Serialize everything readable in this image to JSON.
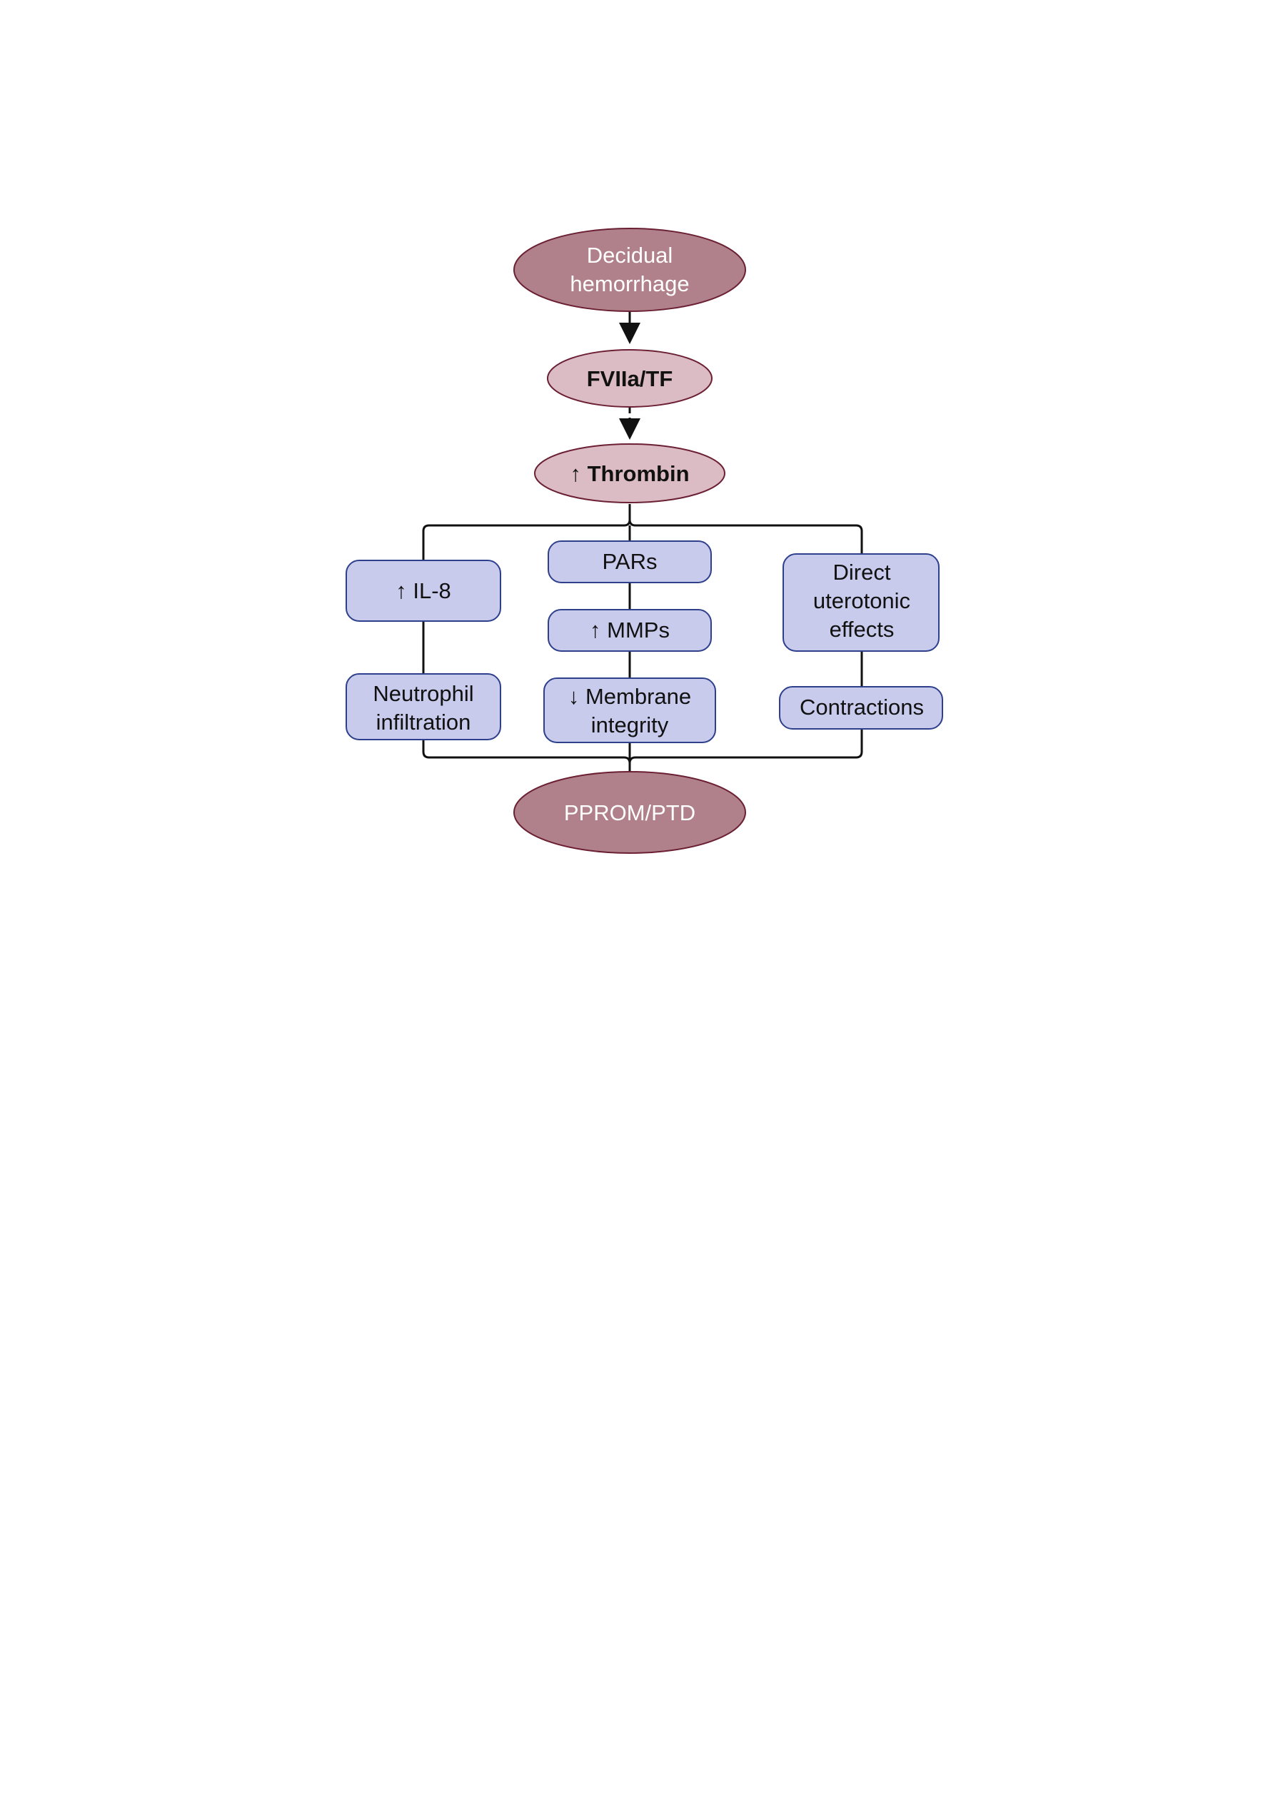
{
  "nodes": {
    "decidual_hemorrhage": {
      "line1": "Decidual",
      "line2": "hemorrhage"
    },
    "fviia_tf": {
      "label": "FVIIa/TF"
    },
    "thrombin": {
      "label": "↑ Thrombin"
    },
    "il8": {
      "label": "↑ IL-8"
    },
    "neutrophil": {
      "line1": "Neutrophil",
      "line2": "infiltration"
    },
    "pars": {
      "label": "PARs"
    },
    "mmps": {
      "label": "↑ MMPs"
    },
    "membrane": {
      "line1": "↓ Membrane",
      "line2": "integrity"
    },
    "direct": {
      "line1": "Direct",
      "line2": "uterotonic",
      "line3": "effects"
    },
    "contractions": {
      "label": "Contractions"
    },
    "pprom_ptd": {
      "label": "PPROM/PTD"
    }
  },
  "colors": {
    "ellipse_dark_fill": "#b0818a",
    "ellipse_light_fill": "#dcbcc4",
    "ellipse_stroke": "#6b1f33",
    "box_fill": "#c8cbec",
    "box_stroke": "#2e3f8c"
  }
}
